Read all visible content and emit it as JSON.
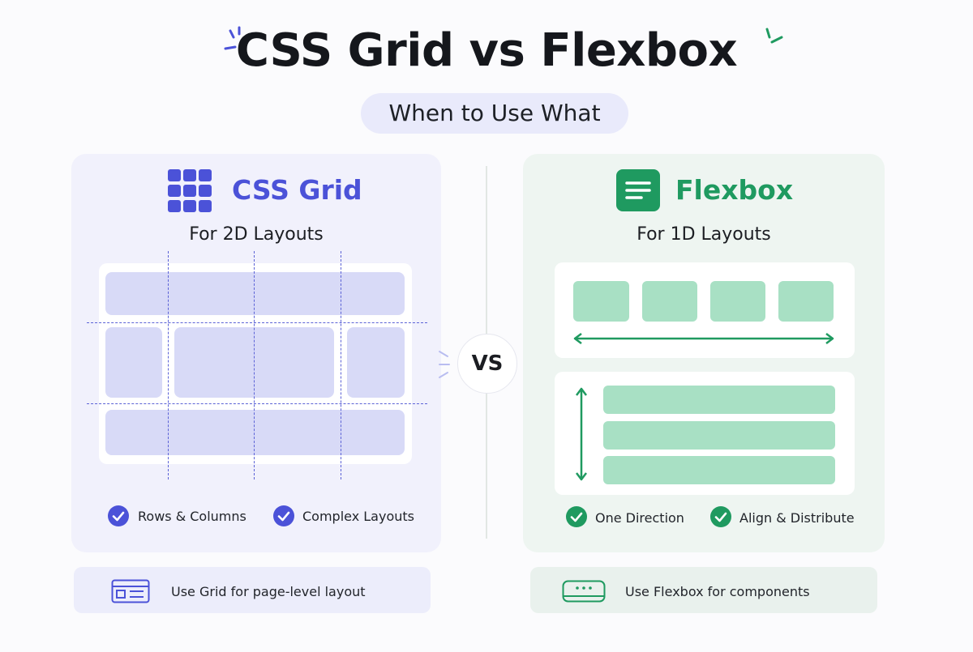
{
  "header": {
    "title": "CSS Grid vs Flexbox",
    "subtitle": "When to Use What"
  },
  "vs_label": "VS",
  "grid_panel": {
    "heading": "CSS Grid",
    "subheading": "For 2D Layouts",
    "features": [
      "Rows & Columns",
      "Complex Layouts"
    ],
    "tip": "Use Grid for page-level layout",
    "accent_color": "#4b52d8",
    "icon": "grid-icon"
  },
  "flex_panel": {
    "heading": "Flexbox",
    "subheading": "For 1D Layouts",
    "features": [
      "One Direction",
      "Align & Distribute"
    ],
    "tip": "Use Flexbox for components",
    "accent_color": "#1f9a60",
    "icon": "flexbox-icon"
  }
}
